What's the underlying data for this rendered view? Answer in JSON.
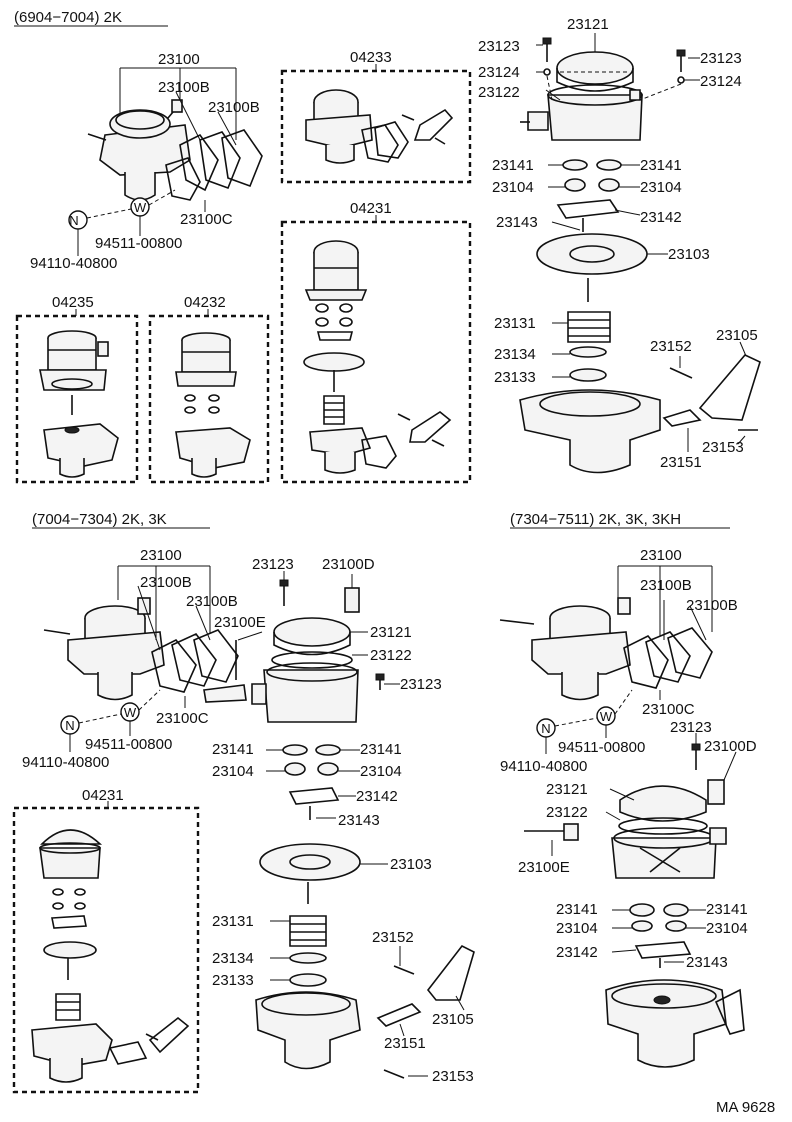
{
  "sections": [
    {
      "id": "s1",
      "header": "(6904−7004) 2K"
    },
    {
      "id": "s2",
      "header": "(7004−7304) 2K, 3K"
    },
    {
      "id": "s3",
      "header": "(7304−7511) 2K, 3K, 3KH"
    }
  ],
  "kits": {
    "k1": "04233",
    "k2": "04231",
    "k3": "04235",
    "k4": "04232",
    "k5": "04231"
  },
  "labels": {
    "a1": "23100",
    "a2": "23100B",
    "a3": "23100B",
    "a4": "23100C",
    "a5": "94511-00800",
    "a6": "94110-40800",
    "a7": "N",
    "a8": "W",
    "b1": "23121",
    "b2": "23123",
    "b3": "23124",
    "b4": "23122",
    "b5": "23123",
    "b6": "23124",
    "b7": "23141",
    "b8": "23141",
    "b9": "23104",
    "b10": "23104",
    "b11": "23143",
    "b12": "23142",
    "b13": "23103",
    "b14": "23131",
    "b15": "23134",
    "b16": "23133",
    "b17": "23152",
    "b18": "23105",
    "b19": "23153",
    "b20": "23151",
    "c1": "23100",
    "c2": "23100B",
    "c3": "23100B",
    "c4": "23100E",
    "c5": "23100C",
    "c6": "94511-00800",
    "c7": "94110-40800",
    "c8": "N",
    "c9": "W",
    "d1": "23123",
    "d2": "23100D",
    "d3": "23121",
    "d4": "23122",
    "d5": "23123",
    "d6": "23141",
    "d7": "23141",
    "d8": "23104",
    "d9": "23104",
    "d10": "23142",
    "d11": "23143",
    "d12": "23103",
    "d13": "23131",
    "d14": "23134",
    "d15": "23133",
    "d16": "23152",
    "d17": "23105",
    "d18": "23151",
    "d19": "23153",
    "e1": "23100",
    "e2": "23100B",
    "e3": "23100B",
    "e4": "23100C",
    "e5": "94511-00800",
    "e6": "94110-40800",
    "e7": "N",
    "e8": "W",
    "e9": "23123",
    "e10": "23100D",
    "e11": "23121",
    "e12": "23122",
    "e13": "23100E",
    "e14": "23141",
    "e15": "23141",
    "e16": "23104",
    "e17": "23104",
    "e18": "23142",
    "e19": "23143"
  },
  "footer": {
    "code": "MA 9628"
  }
}
